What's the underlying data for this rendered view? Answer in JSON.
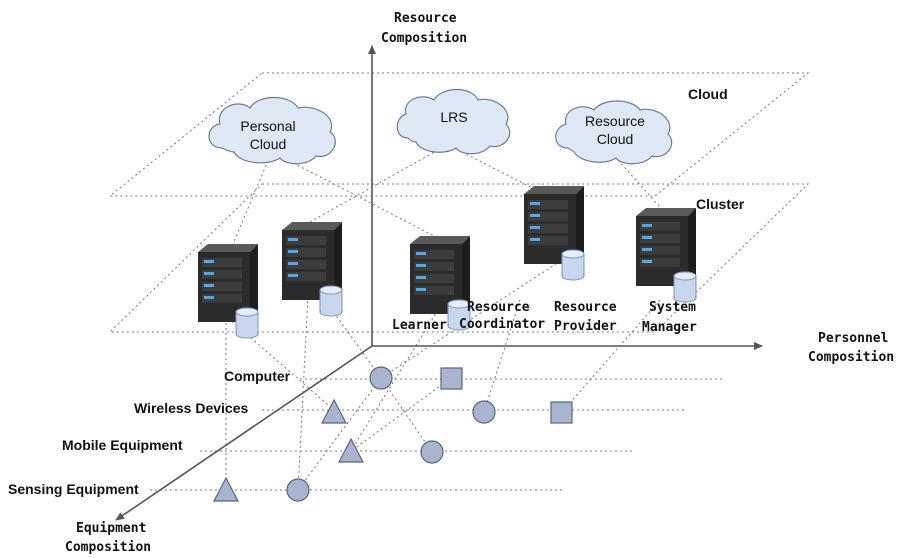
{
  "axes": {
    "vertical_line1": "Resource",
    "vertical_line2": "Composition",
    "horizontal_line1": "Personnel",
    "horizontal_line2": "Composition",
    "diagonal_line1": "Equipment",
    "diagonal_line2": "Composition"
  },
  "layers": {
    "cloud": "Cloud",
    "cluster": "Cluster"
  },
  "clouds": {
    "personal_line1": "Personal",
    "personal_line2": "Cloud",
    "lrs": "LRS",
    "resource_line1": "Resource",
    "resource_line2": "Cloud"
  },
  "personnel": {
    "learner": "Learner",
    "coordinator_line1": "Resource",
    "coordinator_line2": "Coordinator",
    "provider_line1": "Resource",
    "provider_line2": "Provider",
    "manager_line1": "System",
    "manager_line2": "Manager"
  },
  "equipment": {
    "computer": "Computer",
    "wireless": "Wireless Devices",
    "mobile": "Mobile Equipment",
    "sensing": "Sensing Equipment"
  }
}
